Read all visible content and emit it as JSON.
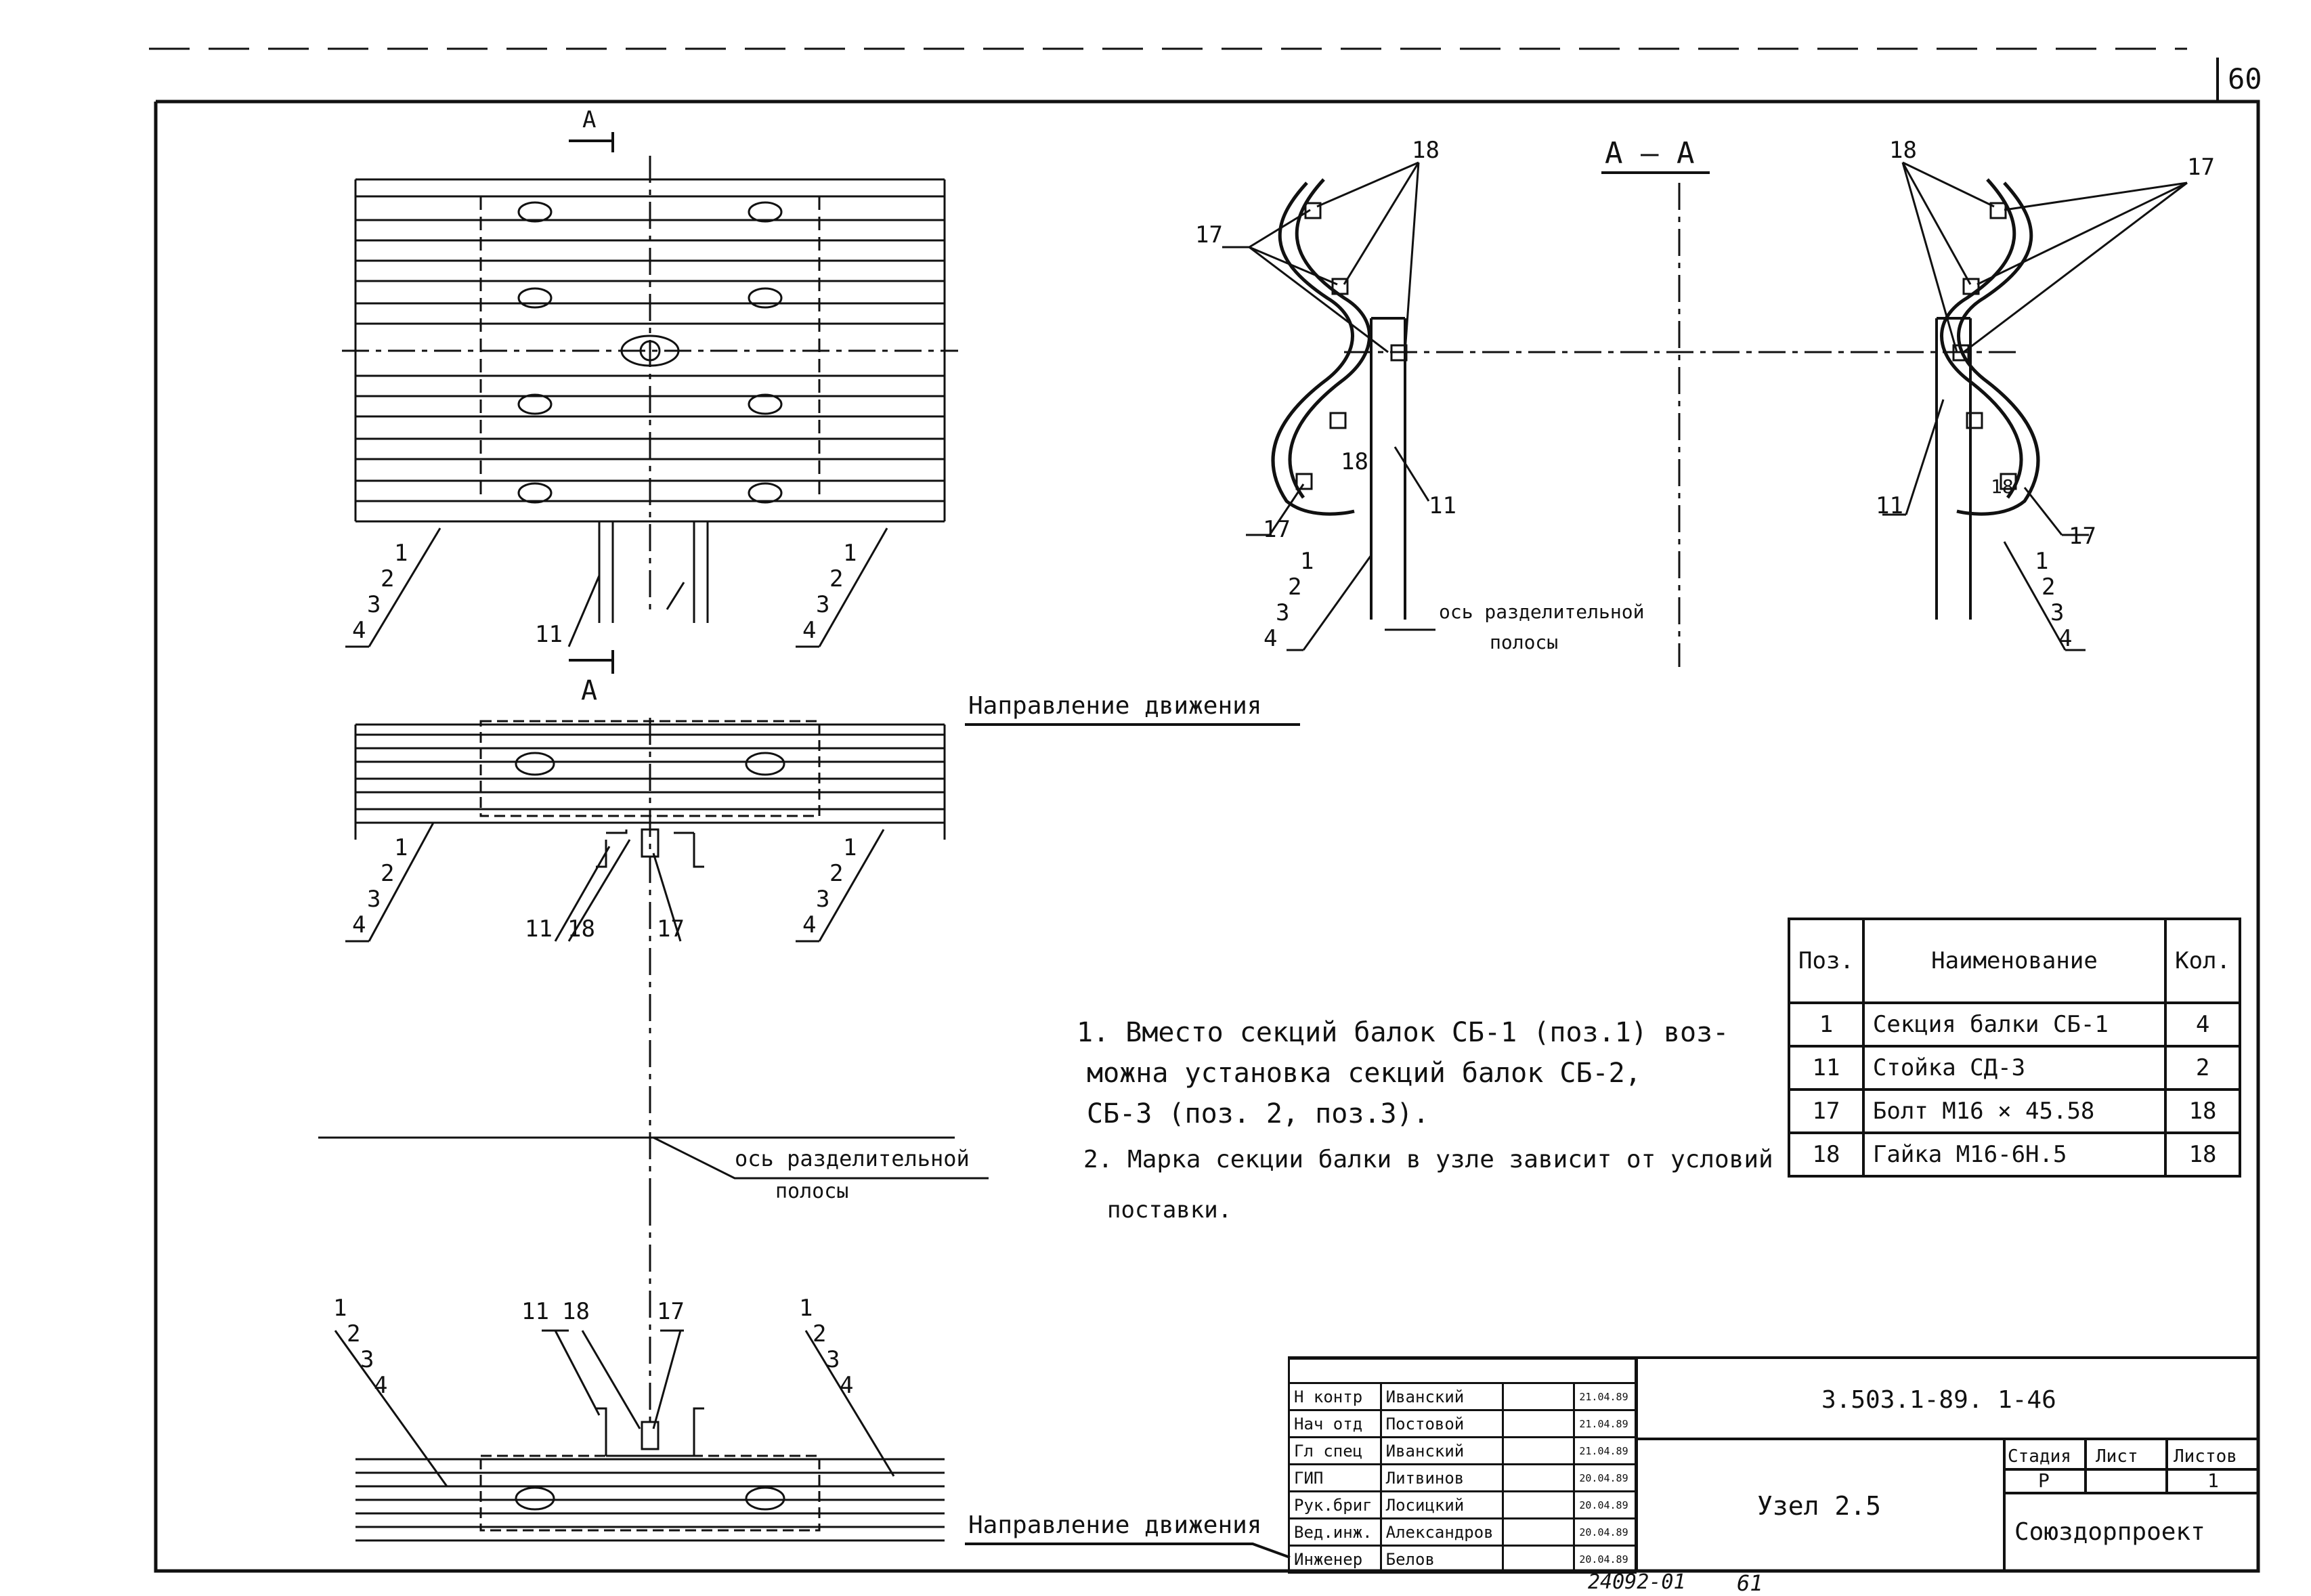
{
  "sheet": {
    "page_number": "60",
    "footer_code": "24092-01",
    "footer_page": "61"
  },
  "section": {
    "cut_label": "А",
    "section_title": "А – А"
  },
  "labels": {
    "pos_1": "1",
    "pos_2": "2",
    "pos_3": "3",
    "pos_4": "4",
    "pos_11": "11",
    "pos_17": "17",
    "pos_18": "18",
    "axis_label_top_line1": "ось разделительной",
    "axis_label_top_line2": "полосы",
    "axis_label_mid_line1": "ось разделительной",
    "axis_label_mid_line2": "полосы",
    "direction_1": "Направление движения",
    "direction_2": "Направление движения"
  },
  "notes": {
    "note1_line1": "1. Вместо секций балок СБ-1 (поз.1) воз-",
    "note1_line2": "можна установка секций балок СБ-2,",
    "note1_line3": "СБ-3 (поз. 2, поз.3).",
    "note2_line1": "2. Марка секции балки в узле зависит от условий",
    "note2_line2": "поставки."
  },
  "spec_table": {
    "headers": [
      "Поз.",
      "Наименование",
      "Кол."
    ],
    "rows": [
      [
        "1",
        "Секция балки СБ-1",
        "4"
      ],
      [
        "11",
        "Стойка СД-3",
        "2"
      ],
      [
        "17",
        "Болт М16 × 45.58",
        "18"
      ],
      [
        "18",
        "Гайка М16-6Н.5",
        "18"
      ]
    ]
  },
  "title_block": {
    "signatures": [
      [
        "Н контр",
        "Иванский",
        "21.04.89"
      ],
      [
        "Нач отд",
        "Постовой",
        "21.04.89"
      ],
      [
        "Гл спец",
        "Иванский",
        "21.04.89"
      ],
      [
        "ГИП",
        "Литвинов",
        "20.04.89"
      ],
      [
        "Рук.бриг",
        "Лосицкий",
        "20.04.89"
      ],
      [
        "Вед.инж.",
        "Александров",
        "20.04.89"
      ],
      [
        "Инженер",
        "Белов",
        "20.04.89"
      ]
    ],
    "document_code": "3.503.1-89. 1-46",
    "node_title": "Узел 2.5",
    "stage_header": "Стадия",
    "sheet_header": "Лист",
    "sheets_header": "Листов",
    "stage_value": "Р",
    "sheet_value": "",
    "sheets_value": "1",
    "organization": "Союздорпроект"
  }
}
